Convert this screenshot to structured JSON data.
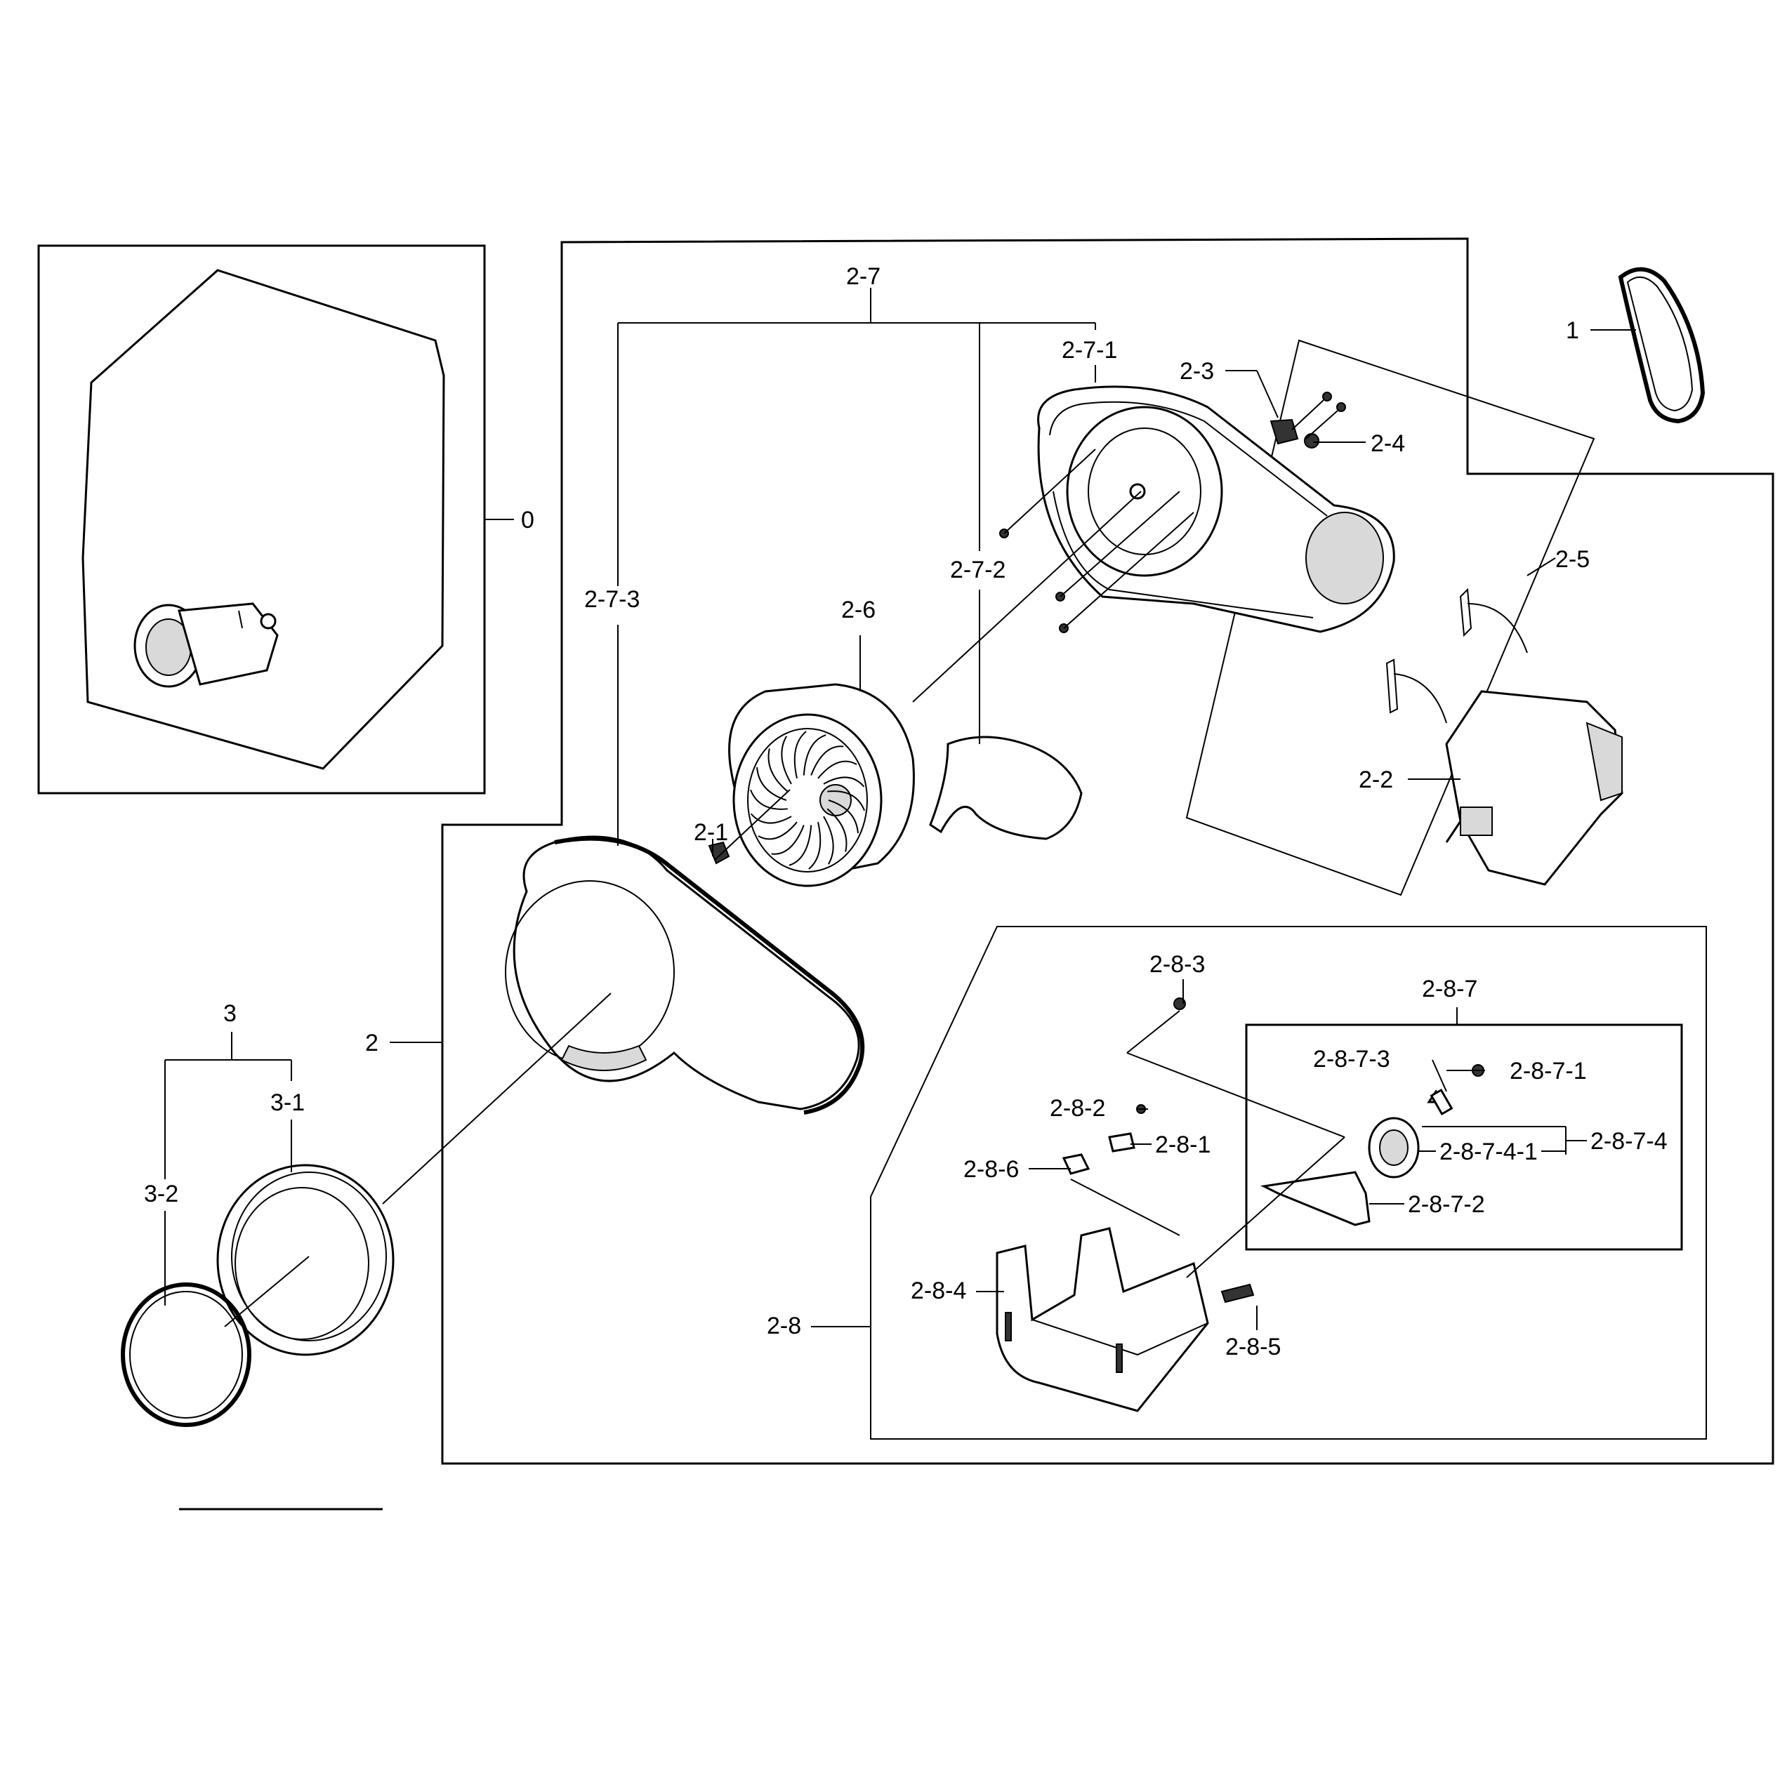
{
  "labels": {
    "l0": "0",
    "l1": "1",
    "l2": "2",
    "l2_1": "2-1",
    "l2_2": "2-2",
    "l2_3": "2-3",
    "l2_4": "2-4",
    "l2_5": "2-5",
    "l2_6": "2-6",
    "l2_7": "2-7",
    "l2_7_1": "2-7-1",
    "l2_7_2": "2-7-2",
    "l2_7_3": "2-7-3",
    "l2_8": "2-8",
    "l2_8_1": "2-8-1",
    "l2_8_2": "2-8-2",
    "l2_8_3": "2-8-3",
    "l2_8_4": "2-8-4",
    "l2_8_5": "2-8-5",
    "l2_8_6": "2-8-6",
    "l2_8_7": "2-8-7",
    "l2_8_7_1": "2-8-7-1",
    "l2_8_7_2": "2-8-7-2",
    "l2_8_7_3": "2-8-7-3",
    "l2_8_7_4": "2-8-7-4",
    "l2_8_7_4_1": "2-8-7-4-1",
    "l3": "3",
    "l3_1": "3-1",
    "l3_2": "3-2"
  }
}
